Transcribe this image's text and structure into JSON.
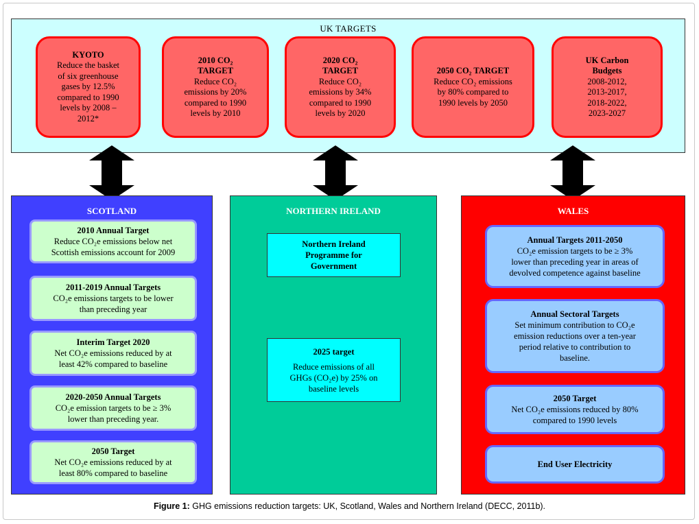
{
  "uk": {
    "title": "UK TARGETS",
    "boxes": [
      {
        "title": "KYOTO",
        "lines": [
          "Reduce the basket",
          "of six greenhouse",
          "gases by 12.5%",
          "compared to 1990",
          "levels by 2008 –",
          "2012*"
        ]
      },
      {
        "title_lines": [
          "2010 CO₂",
          "TARGET"
        ],
        "lines": [
          "Reduce CO₂",
          "emissions by 20%",
          "compared to 1990",
          "levels by 2010"
        ]
      },
      {
        "title_lines": [
          "2020 CO₂",
          "TARGET"
        ],
        "lines": [
          "Reduce CO₂",
          "emissions by 34%",
          "compared to 1990",
          "levels by 2020"
        ]
      },
      {
        "title": "2050 CO₂ TARGET",
        "lines": [
          "Reduce CO₂ emissions",
          "by 80% compared to",
          "1990 levels by 2050"
        ]
      },
      {
        "title_lines": [
          "UK Carbon",
          "Budgets"
        ],
        "lines": [
          "2008-2012,",
          "2013-2017,",
          "2018-2022,",
          "2023-2027"
        ]
      }
    ]
  },
  "scotland": {
    "title": "SCOTLAND",
    "items": [
      {
        "title": "2010 Annual Target",
        "lines": [
          "Reduce CO₂e emissions below net",
          "Scottish emissions account for 2009"
        ]
      },
      {
        "title": "2011-2019 Annual Targets",
        "lines": [
          "CO₂e emissions targets to be lower",
          "than preceding year"
        ]
      },
      {
        "title": "Interim Target 2020",
        "lines": [
          "Net CO₂e emissions reduced by at",
          "least 42% compared to baseline"
        ]
      },
      {
        "title": "2020-2050 Annual Targets",
        "lines": [
          "CO₂e emission targets to be ≥ 3%",
          "lower than preceding year."
        ]
      },
      {
        "title": "2050 Target",
        "lines": [
          "Net CO₂e emissions reduced by at",
          "least 80% compared to baseline"
        ]
      }
    ]
  },
  "northern_ireland": {
    "title": "NORTHERN IRELAND",
    "box1": {
      "lines": [
        "Northern Ireland",
        "Programme for",
        "Government"
      ]
    },
    "box2": {
      "title": "2025 target",
      "lines": [
        "Reduce emissions of all",
        "GHGs (CO₂e) by 25% on",
        "baseline levels"
      ]
    }
  },
  "wales": {
    "title": "WALES",
    "items": [
      {
        "title": "Annual Targets 2011-2050",
        "lines": [
          "CO₂e emission targets to be ≥ 3%",
          "lower than preceding year in areas of",
          "devolved competence against baseline"
        ]
      },
      {
        "title": "Annual Sectoral Targets",
        "lines": [
          "Set minimum contribution to CO₂e",
          "emission reductions over a ten-year",
          "period relative to contribution to",
          "baseline."
        ]
      },
      {
        "title": "2050 Target",
        "lines": [
          "Net CO₂e emissions reduced by 80%",
          "compared to 1990 levels"
        ]
      },
      {
        "title": "End User Electricity",
        "lines": []
      }
    ]
  },
  "caption": {
    "label": "Figure 1:",
    "text": " GHG emissions reduction targets: UK, Scotland, Wales and Northern Ireland (DECC, 2011b)."
  },
  "colors": {
    "uk_panel": "#ccffff",
    "uk_box_fill": "#ff6666",
    "uk_box_border": "#ff0000",
    "scotland": "#4040ff",
    "scotland_box": "#ccffcc",
    "northern_ireland": "#00cc99",
    "northern_ireland_box": "#00ffff",
    "wales": "#ff0000",
    "wales_box": "#99ccff"
  }
}
